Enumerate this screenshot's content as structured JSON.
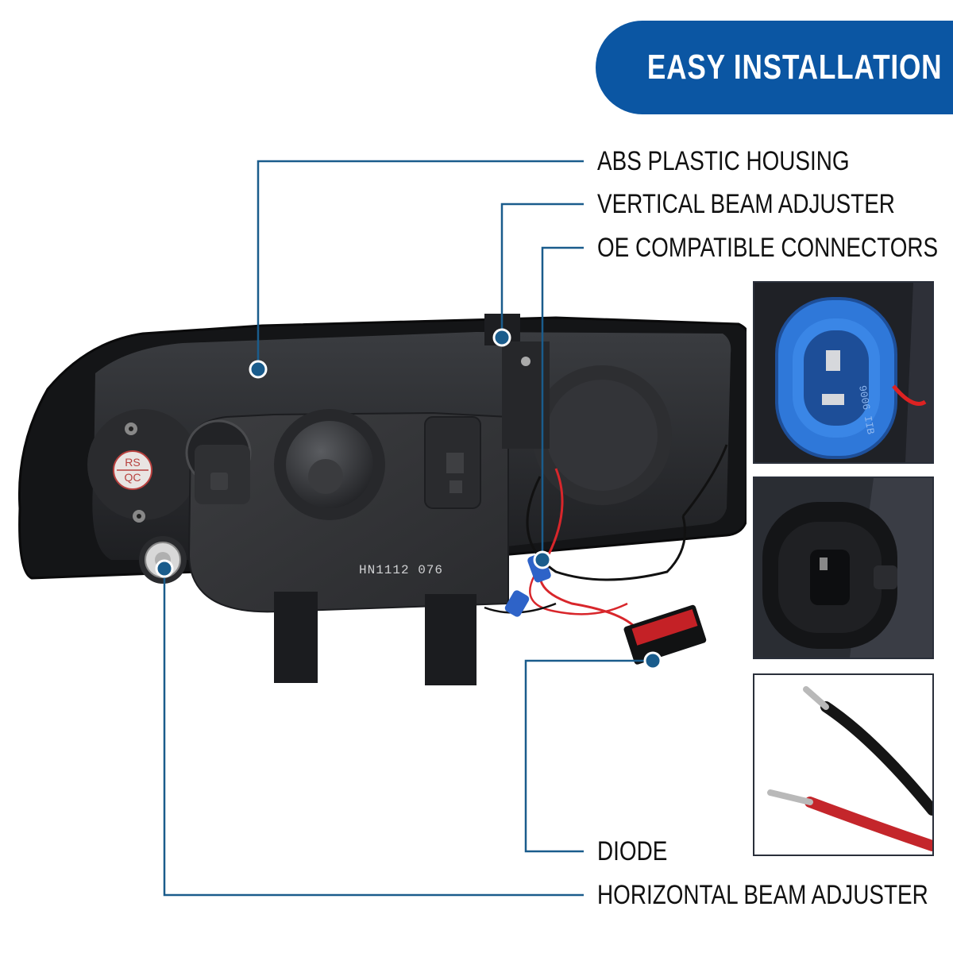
{
  "banner": {
    "title": "EASY INSTALLATION"
  },
  "callouts": [
    "ABS PLASTIC HOUSING",
    "VERTICAL BEAM ADJUSTER",
    "OE COMPATIBLE CONNECTORS",
    "DIODE",
    "HORIZONTAL BEAM ADJUSTER"
  ],
  "stamp": {
    "line1": "RS",
    "line2": "QC"
  },
  "part_code": "HN1112 076",
  "connector_mark": "9006 IIB",
  "colors": {
    "banner": "#0b56a3",
    "callout_line": "#1a5c8c",
    "marker_fill": "#1a5c8c",
    "housing": "#2a2c30"
  }
}
